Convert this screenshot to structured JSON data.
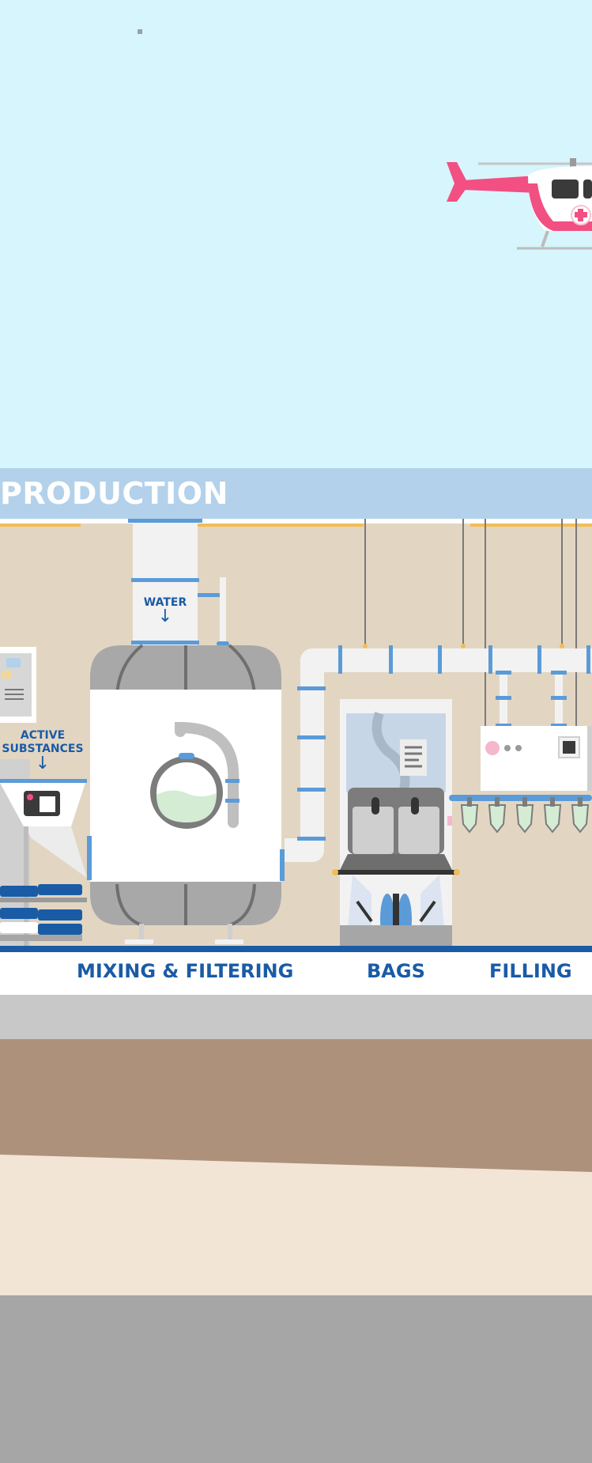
{
  "section": {
    "title": "PRODUCTION"
  },
  "labels": {
    "water": "WATER",
    "active_line1": "ACTIVE",
    "active_line2": "SUBSTANCES",
    "arrow": "↓"
  },
  "stages": [
    {
      "label": "MIXING & FILTERING"
    },
    {
      "label": "BAGS"
    },
    {
      "label": "FILLING"
    }
  ],
  "colors": {
    "sky": "#d6f5fd",
    "banner": "#b3d1ea",
    "wall": "#e2d6c3",
    "label_text": "#1a5ba6",
    "pipe_accent": "#5b9bd8",
    "helicopter": "#f24f82",
    "ground_dark": "#ae917a",
    "ground_light": "#f2e5d5",
    "road": "#a6a6a6"
  },
  "icons": [
    "helicopter-icon",
    "mixing-tank-icon",
    "bag-machine-icon",
    "filling-machine-icon",
    "down-arrow-icon"
  ]
}
